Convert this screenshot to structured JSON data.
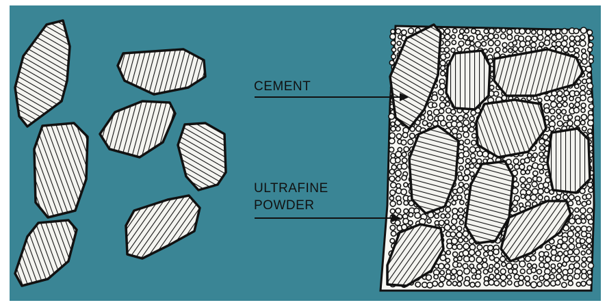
{
  "labels": {
    "cement": "CEMENT",
    "ultrafine_line1": "ULTRAFINE",
    "ultrafine_line2": "POWDER"
  },
  "colors": {
    "background": "#3a8595",
    "particle_fill": "#f4f4f0",
    "outline": "#111111",
    "powder_fill": "#f8f8f4"
  }
}
